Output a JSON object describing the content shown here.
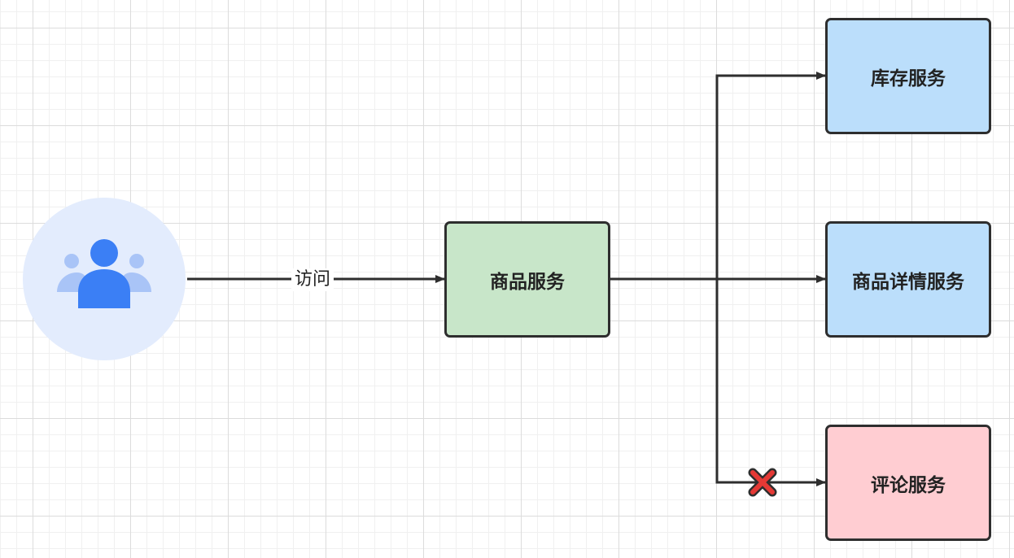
{
  "diagram": {
    "edge_label": "访问",
    "nodes": {
      "product": "商品服务",
      "inventory": "库存服务",
      "detail": "商品详情服务",
      "review": "评论服务"
    },
    "icons": {
      "user_group": "user-group-icon",
      "failure": "red-cross-icon"
    },
    "colors": {
      "product_fill": "#c8e6c9",
      "inventory_fill": "#bbdefb",
      "detail_fill": "#bbdefb",
      "review_fill": "#ffcdd2",
      "user_circle": "#e3ecfd",
      "user_primary": "#3b7ff5",
      "user_secondary": "#a9c4f7",
      "line": "#2e2e2e",
      "failure": "#e53935"
    }
  }
}
